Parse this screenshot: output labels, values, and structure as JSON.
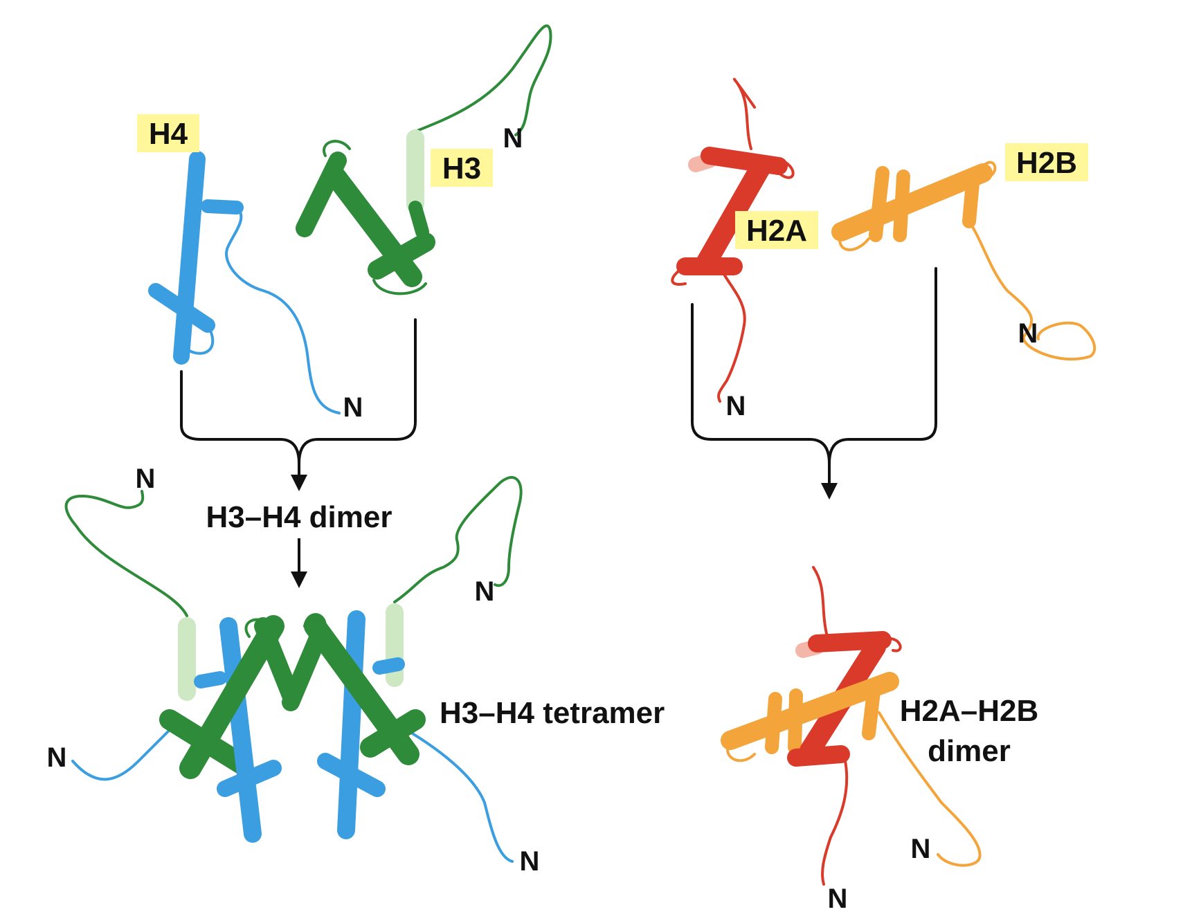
{
  "colors": {
    "h3": "#2e8b3a",
    "h3_light": "#cfe8c4",
    "h4": "#3a9ee0",
    "h2a": "#d93a2a",
    "h2a_light": "#f4b6a8",
    "h2b": "#f3a43a",
    "label_highlight": "#fff79a"
  },
  "labels": {
    "h4": "H4",
    "h3": "H3",
    "h2a": "H2A",
    "h2b": "H2B",
    "h3h4_dimer": "H3–H4 dimer",
    "h3h4_tetramer": "H3–H4 tetramer",
    "h2a_h2b_dimer_line1": "H2A–H2B",
    "h2a_h2b_dimer_line2": "dimer",
    "n_terminus": "N"
  }
}
